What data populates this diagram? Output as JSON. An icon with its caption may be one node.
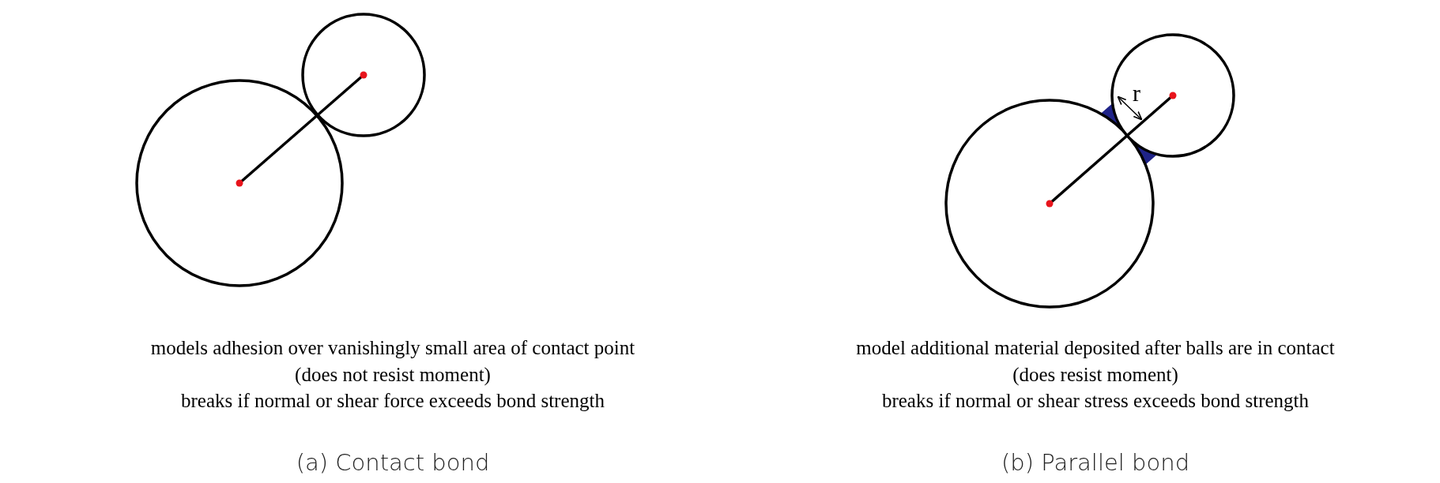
{
  "diagram": {
    "labels": [
      "r",
      "models adhesion over vanishingly small area of contact point",
      "(does not resist moment)",
      "breaks if normal or shear force exceeds bond strength",
      "(a) Contact bond",
      "model additional material deposited after balls are in contact",
      "(does resist moment)",
      "breaks if normal or shear stress exceeds bond strength",
      "(b) Parallel bond"
    ]
  }
}
